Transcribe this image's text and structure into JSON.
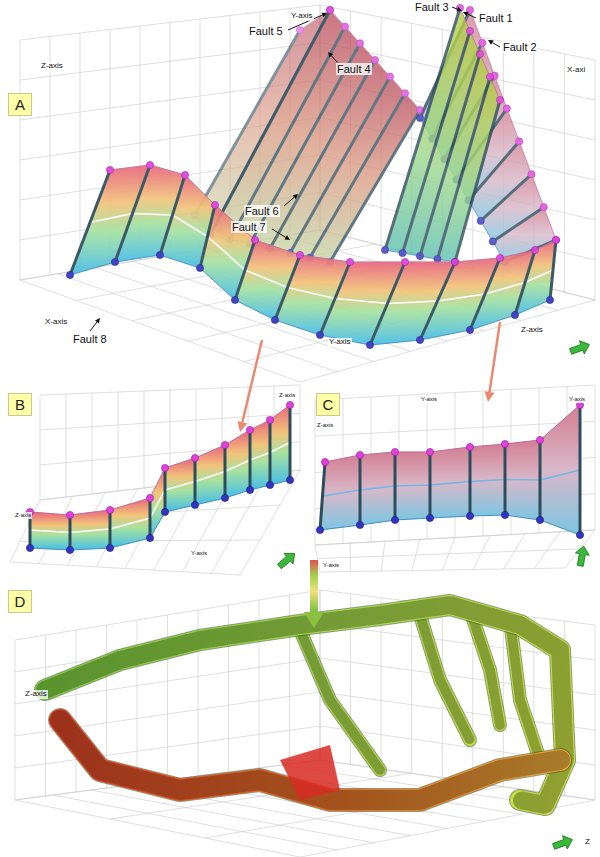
{
  "diagram": {
    "nodes": [
      {
        "text": [
          "A"
        ]
      },
      {
        "text": [
          "B"
        ]
      },
      {
        "text": [
          "C"
        ]
      },
      {
        "text": [
          "D"
        ]
      }
    ],
    "labels": [
      "Fault 1",
      "Fault 2",
      "Fault 3",
      "Fault 4",
      "Fault 5",
      "Fault 6",
      "Fault 7",
      "Fault 8",
      "Y-axis",
      "Z-axis",
      "X-axi",
      "X-axis",
      "Y-axis",
      "Z-axis",
      "Z-axis",
      "Y-axis",
      "Z-axis",
      "Y-axis",
      "Z-axis",
      "Y-axis",
      "Y-axis",
      "Z-axis",
      "Z"
    ]
  }
}
